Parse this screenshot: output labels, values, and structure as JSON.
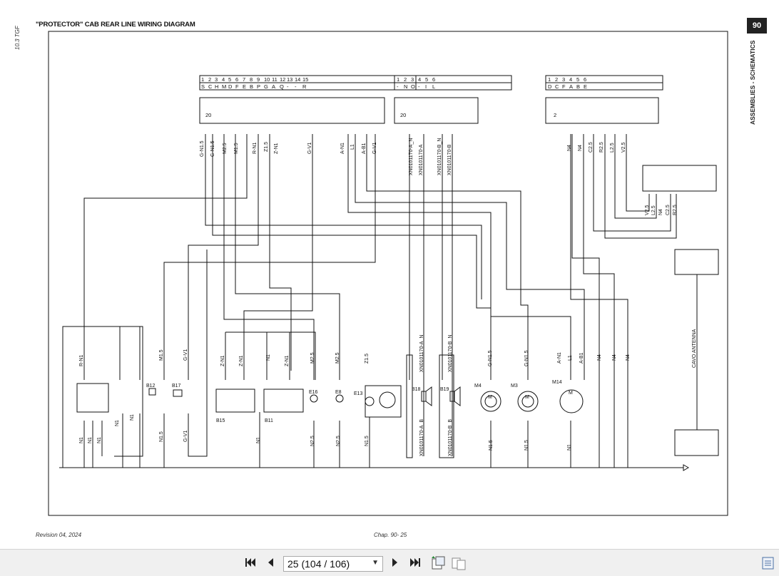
{
  "document": {
    "title": "\"PROTECTOR\" CAB REAR LINE WIRING DIAGRAM",
    "side_code": "10.3 TGF",
    "chapter_number": "90",
    "side_label": "ASSEMBLIES - SCHEMATICS",
    "revision": "Revision 04, 2024",
    "chapter_page": "Chap. 90- 25"
  },
  "connectors": {
    "c1": {
      "pins": [
        "1",
        "2",
        "3",
        "4",
        "5",
        "6",
        "7",
        "8",
        "9",
        "10",
        "11",
        "12",
        "13",
        "14",
        "15"
      ],
      "codes": [
        "S",
        "C",
        "H",
        "M",
        "D",
        "F",
        "E",
        "B",
        "P",
        "G",
        "A",
        "Q",
        "-",
        "-",
        "R"
      ],
      "number": "20"
    },
    "c2": {
      "pins": [
        "1",
        "2",
        "3",
        "4",
        "5",
        "6"
      ],
      "codes": [
        "-",
        "N",
        "O",
        "-",
        "I",
        "L"
      ],
      "number": "20"
    },
    "c3": {
      "pins": [
        "1",
        "2",
        "3",
        "4",
        "5",
        "6"
      ],
      "codes": [
        "D",
        "C",
        "F",
        "A",
        "B",
        "E"
      ],
      "number": "2"
    }
  },
  "wires": {
    "top1": [
      "G-N1.5",
      "G-N1.5",
      "M2.5",
      "M1.5",
      "R-N1",
      "Z1.5",
      "Z-N1",
      "G-V1"
    ],
    "top2": [
      "A-N1",
      "L1",
      "A-B1",
      "G-V1"
    ],
    "top3": [
      "XN0101170-A_N",
      "XN0101170-A",
      "XN0101170-B_N",
      "XN0101170-B"
    ],
    "top4": [
      "N4",
      "N4",
      "C2.5",
      "R2.5",
      "L2.5",
      "V2.5"
    ],
    "mid_lower": [
      "R-N1",
      "M1.5",
      "G-V1",
      "Z-N1",
      "Z-N1",
      "N1",
      "Z-N1",
      "M2.5",
      "M2.5",
      "Z1.5",
      "XN0101170-A_N",
      "XN0101170-B_N",
      "G-N1.5",
      "G-N1.5",
      "A-N1",
      "L1",
      "A-B1",
      "N4",
      "N4",
      "N4",
      "CAVO ANTENNA"
    ],
    "bottom": [
      "N1",
      "N1",
      "N1",
      "N1",
      "N1",
      "N1.5",
      "G-V1",
      "N1",
      "N2.5",
      "N2.5",
      "N1.5",
      "XN0101170-A_B",
      "XN0101170-B_B",
      "N1.5",
      "N1.5",
      "N1"
    ],
    "right_box": [
      "V2.5",
      "L2.5",
      "N4",
      "C2.5",
      "R2.5"
    ]
  },
  "components": {
    "b15": "B15",
    "b11": "B11",
    "b12": "B12",
    "b17": "B17",
    "e16": "E16",
    "e8": "E8",
    "e13": "E13",
    "b18": "B18",
    "b19": "B19",
    "m4": "M4",
    "m3": "M3",
    "m14": "M14",
    "motor": "M"
  },
  "viewer": {
    "page_label": "25 (104 / 106)"
  }
}
